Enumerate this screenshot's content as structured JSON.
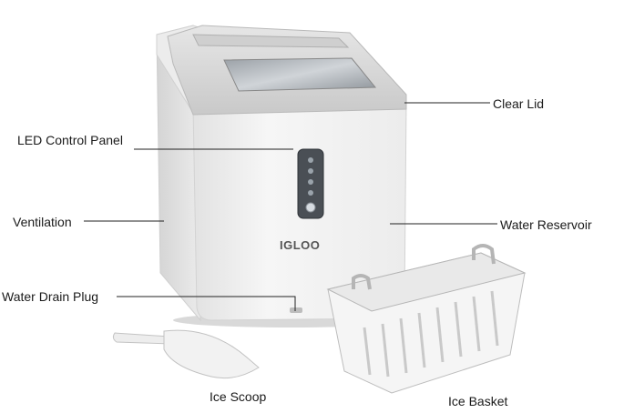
{
  "labels": {
    "clear_lid": "Clear Lid",
    "led_control_panel": "LED Control Panel",
    "ventilation": "Ventilation",
    "water_reservoir": "Water Reservoir",
    "water_drain_plug": "Water Drain Plug",
    "ice_scoop": "Ice Scoop",
    "ice_basket": "Ice Basket"
  },
  "brand": "IGLOO",
  "colors": {
    "body": "#f4f4f4",
    "body_shadow": "#dcdcdc",
    "lid": "#d8d8d8",
    "panel": "#4a4f55",
    "leader_line": "#222222"
  }
}
